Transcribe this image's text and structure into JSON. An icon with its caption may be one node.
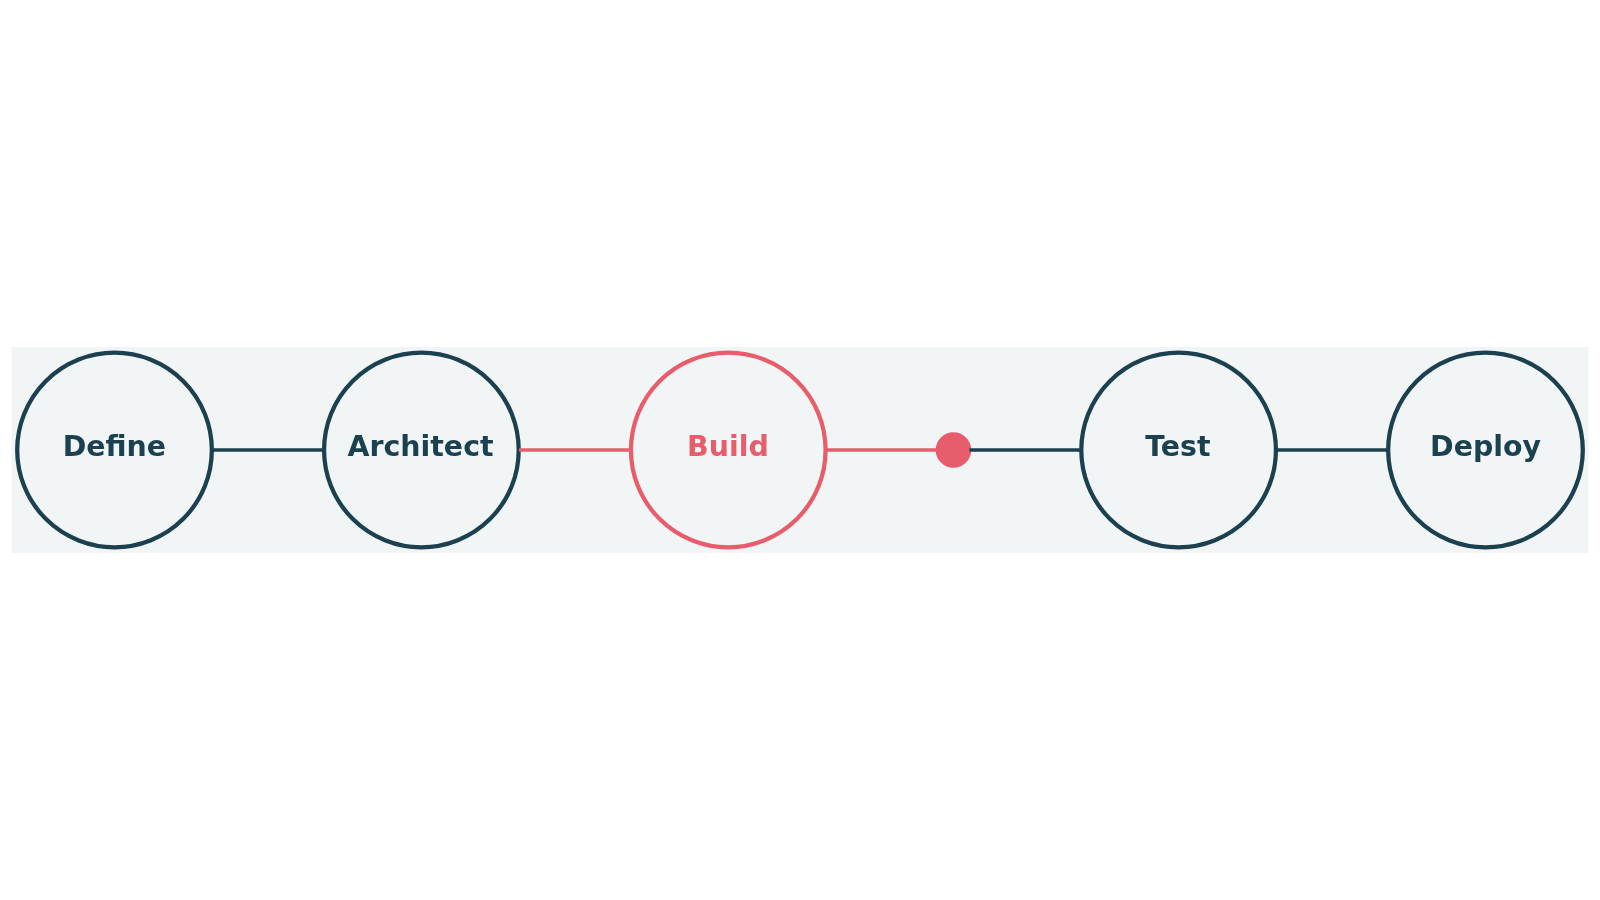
{
  "diagram": {
    "nodes": [
      {
        "text": [
          "Define"
        ]
      },
      {
        "text": [
          "Architect"
        ]
      },
      {
        "text": [
          "Build"
        ]
      },
      {
        "text": [],
        "shape": "circle"
      },
      {
        "text": [
          "Test"
        ]
      },
      {
        "text": [
          "Deploy"
        ]
      }
    ],
    "edges": [
      {
        "from": 0,
        "to": 1,
        "arrow": "none"
      },
      {
        "from": 1,
        "to": 2,
        "arrow": "none",
        "color": "#e85d6b"
      },
      {
        "from": 2,
        "to": 3,
        "arrow": "none",
        "color": "#e85d6b"
      },
      {
        "from": 3,
        "to": 4,
        "arrow": "none"
      },
      {
        "from": 4,
        "to": 5,
        "arrow": "none"
      }
    ]
  }
}
